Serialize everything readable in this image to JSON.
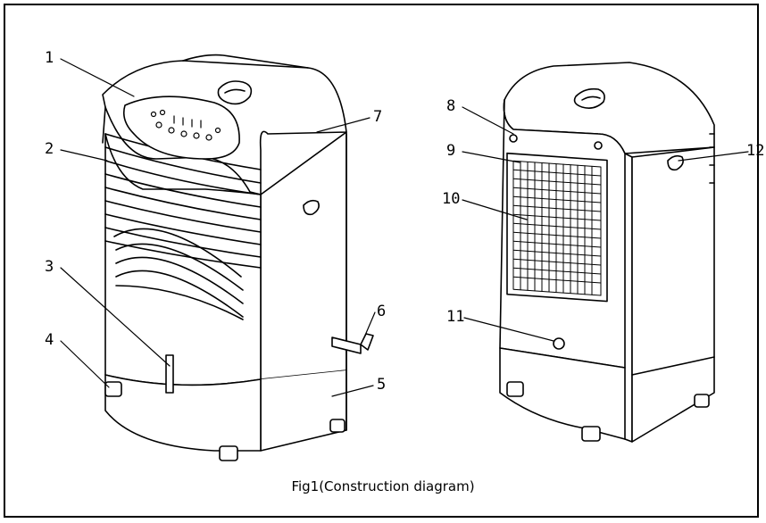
{
  "figure": {
    "caption": "Fig1(Construction diagram)",
    "labels": [
      "1",
      "2",
      "3",
      "4",
      "5",
      "6",
      "7",
      "8",
      "9",
      "10",
      "11",
      "12"
    ]
  },
  "colors": {
    "line": "#000000",
    "fill": "#ffffff"
  }
}
